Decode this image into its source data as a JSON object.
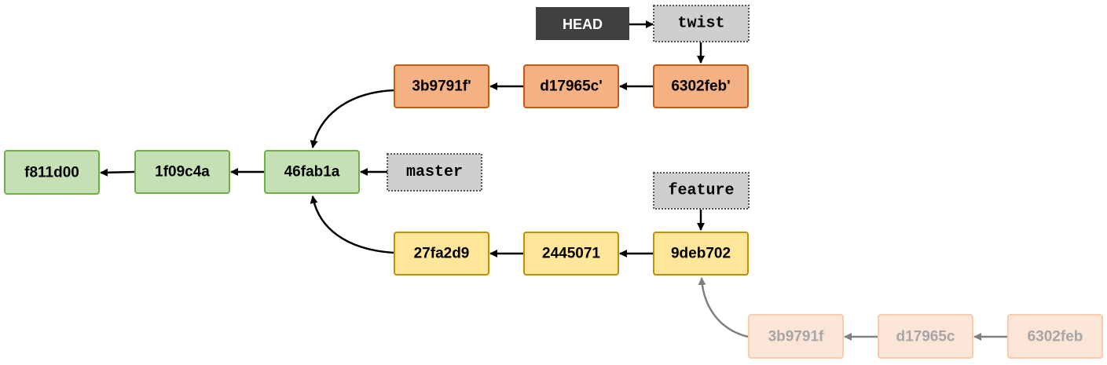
{
  "head": {
    "label": "HEAD"
  },
  "refs": {
    "twist": "twist",
    "master": "master",
    "feature": "feature"
  },
  "commits": {
    "base": [
      "f811d00",
      "1f09c4a",
      "46fab1a"
    ],
    "twist": [
      "3b9791f'",
      "d17965c'",
      "6302feb'"
    ],
    "feature": [
      "27fa2d9",
      "2445071",
      "9deb702"
    ],
    "orphaned": [
      "3b9791f",
      "d17965c",
      "6302feb"
    ]
  },
  "colors": {
    "base_fill": "#c5e0b4",
    "base_stroke": "#70ad47",
    "twist_fill": "#f4b183",
    "twist_stroke": "#c55a11",
    "feature_fill": "#ffe699",
    "feature_stroke": "#bf9000",
    "orphaned_fill": "#fbe5d6",
    "orphaned_stroke": "#f8cbad",
    "orphaned_text": "#a6a6a6",
    "ref_fill": "#d0cece",
    "ref_stroke": "#595959",
    "head_fill": "#404040",
    "head_text": "#ffffff",
    "arrow": "#000000",
    "arrow_faded": "#808080"
  }
}
